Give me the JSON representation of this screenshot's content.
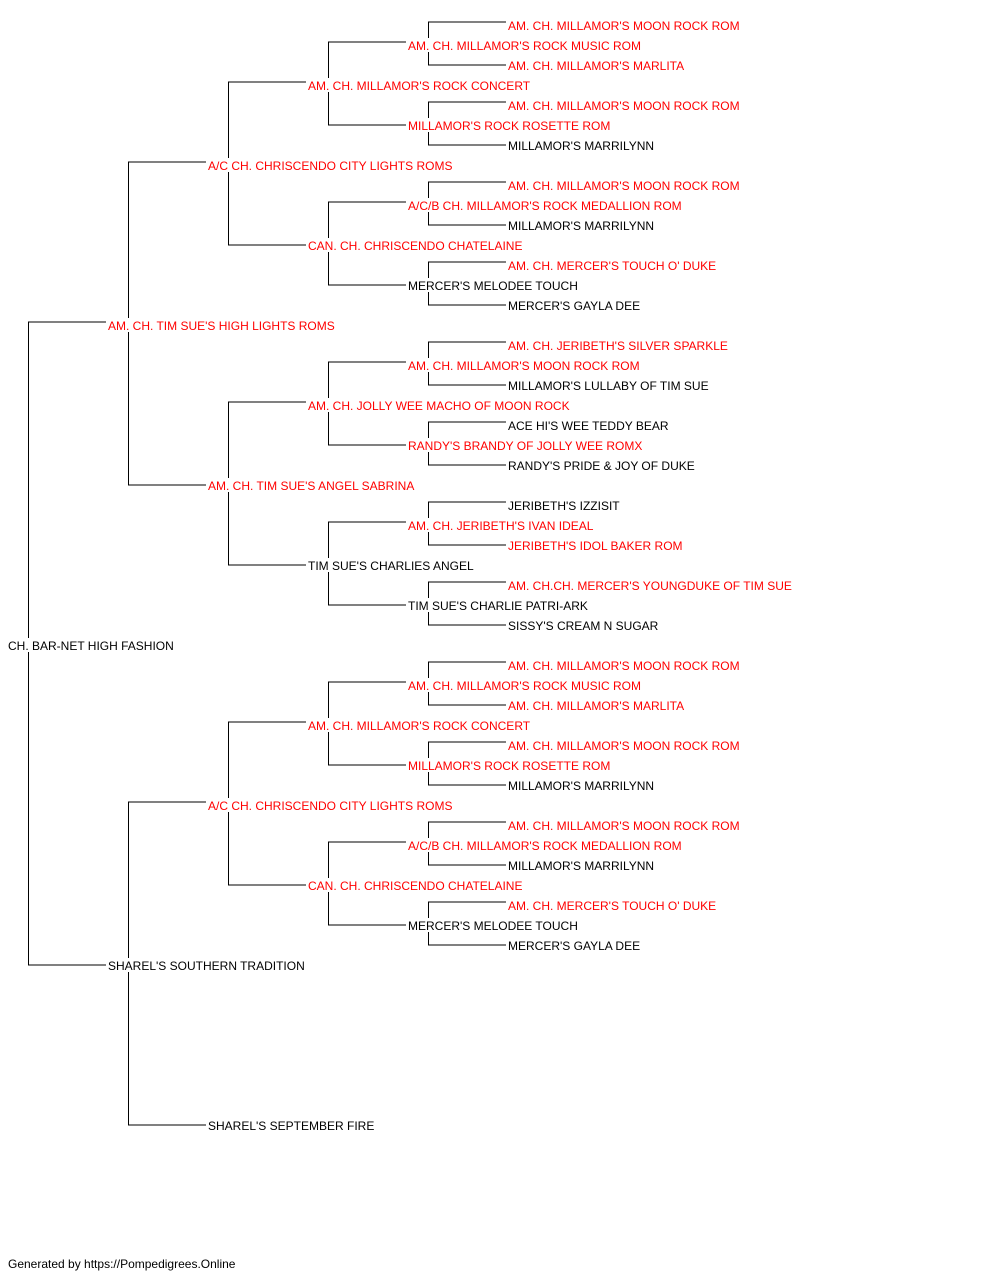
{
  "colors": {
    "champion": "#ff0000",
    "regular": "#000000",
    "line": "#000000"
  },
  "pedigree": {
    "name": "CH. BAR-NET HIGH FASHION",
    "red": false,
    "sire": {
      "name": "AM. CH. TIM SUE'S HIGH LIGHTS ROMS",
      "red": true,
      "sire": {
        "name": "A/C CH. CHRISCENDO CITY LIGHTS ROMS",
        "red": true,
        "sire": {
          "name": "AM. CH. MILLAMOR'S ROCK CONCERT",
          "red": true,
          "sire": {
            "name": "AM. CH. MILLAMOR'S ROCK MUSIC ROM",
            "red": true,
            "sire": {
              "name": "AM. CH. MILLAMOR'S MOON ROCK ROM",
              "red": true
            },
            "dam": {
              "name": "AM. CH. MILLAMOR'S MARLITA",
              "red": true
            }
          },
          "dam": {
            "name": "MILLAMOR'S ROCK ROSETTE ROM",
            "red": true,
            "sire": {
              "name": "AM. CH. MILLAMOR'S MOON ROCK ROM",
              "red": true
            },
            "dam": {
              "name": "MILLAMOR'S MARRILYNN",
              "red": false
            }
          }
        },
        "dam": {
          "name": "CAN. CH. CHRISCENDO CHATELAINE",
          "red": true,
          "sire": {
            "name": "A/C/B CH. MILLAMOR'S ROCK MEDALLION ROM",
            "red": true,
            "sire": {
              "name": "AM. CH. MILLAMOR'S MOON ROCK ROM",
              "red": true
            },
            "dam": {
              "name": "MILLAMOR'S MARRILYNN",
              "red": false
            }
          },
          "dam": {
            "name": "MERCER'S MELODEE TOUCH",
            "red": false,
            "sire": {
              "name": "AM. CH. MERCER'S TOUCH O' DUKE",
              "red": true
            },
            "dam": {
              "name": "MERCER'S GAYLA DEE",
              "red": false
            }
          }
        }
      },
      "dam": {
        "name": "AM. CH. TIM SUE'S ANGEL SABRINA",
        "red": true,
        "sire": {
          "name": "AM. CH. JOLLY WEE MACHO OF MOON ROCK",
          "red": true,
          "sire": {
            "name": "AM. CH. MILLAMOR'S MOON ROCK ROM",
            "red": true,
            "sire": {
              "name": "AM. CH. JERIBETH'S SILVER SPARKLE",
              "red": true
            },
            "dam": {
              "name": "MILLAMOR'S LULLABY OF TIM SUE",
              "red": false
            }
          },
          "dam": {
            "name": "RANDY'S BRANDY OF JOLLY WEE ROMX",
            "red": true,
            "sire": {
              "name": "ACE HI'S WEE TEDDY BEAR",
              "red": false
            },
            "dam": {
              "name": "RANDY'S PRIDE & JOY OF DUKE",
              "red": false
            }
          }
        },
        "dam": {
          "name": "TIM SUE'S CHARLIES ANGEL",
          "red": false,
          "sire": {
            "name": "AM. CH. JERIBETH'S IVAN IDEAL",
            "red": true,
            "sire": {
              "name": "JERIBETH'S IZZISIT",
              "red": false
            },
            "dam": {
              "name": "JERIBETH'S IDOL BAKER ROM",
              "red": true
            }
          },
          "dam": {
            "name": "TIM SUE'S CHARLIE PATRI-ARK",
            "red": false,
            "sire": {
              "name": "AM. CH.CH. MERCER'S YOUNGDUKE OF TIM SUE",
              "red": true
            },
            "dam": {
              "name": "SISSY'S CREAM N SUGAR",
              "red": false
            }
          }
        }
      }
    },
    "dam": {
      "name": "SHAREL'S SOUTHERN TRADITION",
      "red": false,
      "sire": {
        "name": "A/C CH. CHRISCENDO CITY LIGHTS ROMS",
        "red": true,
        "sire": {
          "name": "AM. CH. MILLAMOR'S ROCK CONCERT",
          "red": true,
          "sire": {
            "name": "AM. CH. MILLAMOR'S ROCK MUSIC ROM",
            "red": true,
            "sire": {
              "name": "AM. CH. MILLAMOR'S MOON ROCK ROM",
              "red": true
            },
            "dam": {
              "name": "AM. CH. MILLAMOR'S MARLITA",
              "red": true
            }
          },
          "dam": {
            "name": "MILLAMOR'S ROCK ROSETTE ROM",
            "red": true,
            "sire": {
              "name": "AM. CH. MILLAMOR'S MOON ROCK ROM",
              "red": true
            },
            "dam": {
              "name": "MILLAMOR'S MARRILYNN",
              "red": false
            }
          }
        },
        "dam": {
          "name": "CAN. CH. CHRISCENDO CHATELAINE",
          "red": true,
          "sire": {
            "name": "A/C/B CH. MILLAMOR'S ROCK MEDALLION ROM",
            "red": true,
            "sire": {
              "name": "AM. CH. MILLAMOR'S MOON ROCK ROM",
              "red": true
            },
            "dam": {
              "name": "MILLAMOR'S MARRILYNN",
              "red": false
            }
          },
          "dam": {
            "name": "MERCER'S MELODEE TOUCH",
            "red": false,
            "sire": {
              "name": "AM. CH. MERCER'S TOUCH O' DUKE",
              "red": true
            },
            "dam": {
              "name": "MERCER'S GAYLA DEE",
              "red": false
            }
          }
        }
      },
      "dam": {
        "name": "SHAREL'S SEPTEMBER FIRE",
        "red": false
      }
    }
  },
  "footer": "Generated by https://Pompedigrees.Online"
}
